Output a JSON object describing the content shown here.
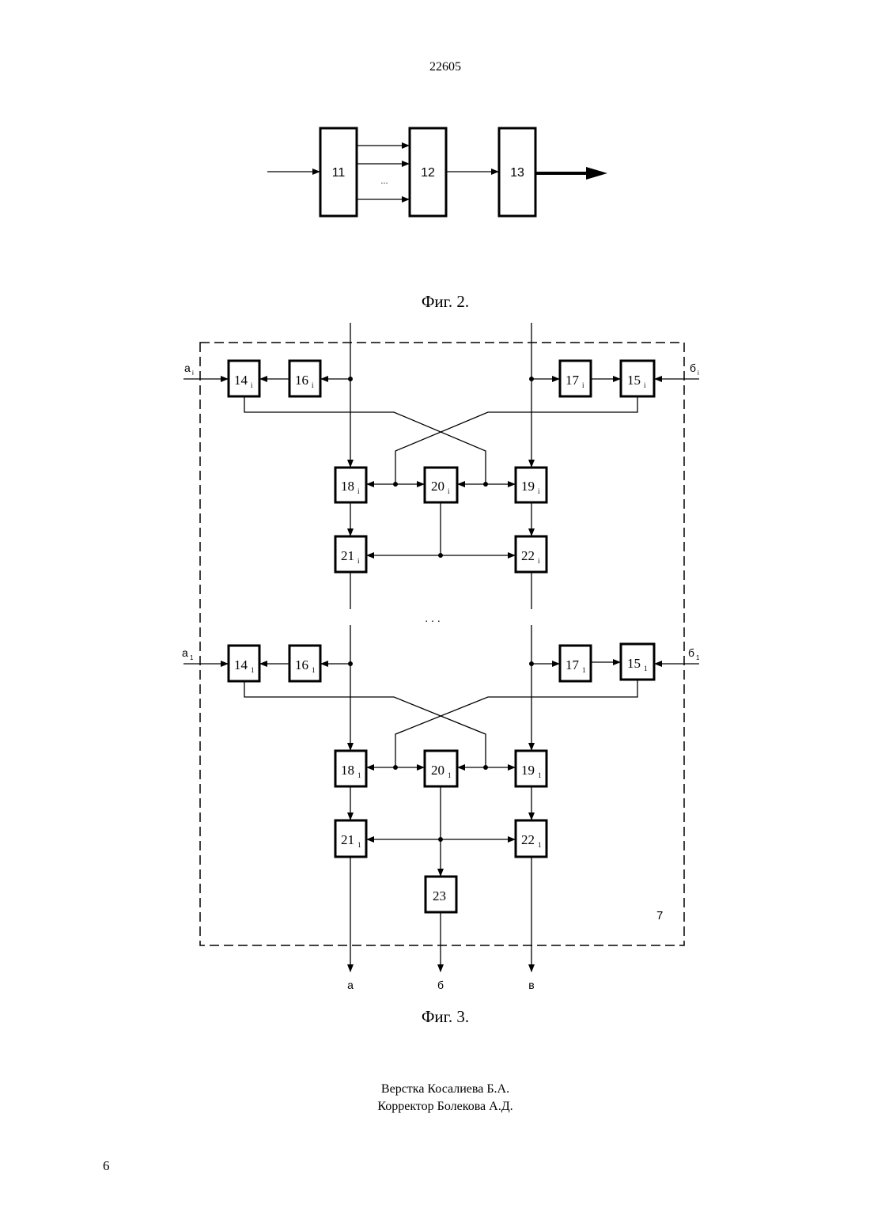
{
  "header": {
    "document_number": "22605"
  },
  "fig2": {
    "caption": "Фиг. 2.",
    "blocks": [
      "11",
      "12",
      "13"
    ],
    "ellipsis": "..."
  },
  "fig3": {
    "caption": "Фиг. 3.",
    "stage_i": {
      "input_left": "a",
      "input_left_sub": "i",
      "input_right": "б",
      "input_right_sub": "i",
      "blocks": [
        {
          "n": "14",
          "s": "i"
        },
        {
          "n": "16",
          "s": "i"
        },
        {
          "n": "17",
          "s": "i"
        },
        {
          "n": "15",
          "s": "i"
        },
        {
          "n": "18",
          "s": "i"
        },
        {
          "n": "20",
          "s": "i"
        },
        {
          "n": "19",
          "s": "i"
        },
        {
          "n": "21",
          "s": "i"
        },
        {
          "n": "22",
          "s": "i"
        }
      ]
    },
    "stage_1": {
      "input_left": "a",
      "input_left_sub": "1",
      "input_right": "б",
      "input_right_sub": "1",
      "blocks": [
        {
          "n": "14",
          "s": "1"
        },
        {
          "n": "16",
          "s": "1"
        },
        {
          "n": "17",
          "s": "1"
        },
        {
          "n": "15",
          "s": "1"
        },
        {
          "n": "18",
          "s": "1"
        },
        {
          "n": "20",
          "s": "1"
        },
        {
          "n": "19",
          "s": "1"
        },
        {
          "n": "21",
          "s": "1"
        },
        {
          "n": "22",
          "s": "1"
        }
      ]
    },
    "block_23": "23",
    "ellipsis": ". . .",
    "unit_label": "7",
    "outputs": [
      "а",
      "б",
      "в"
    ]
  },
  "credits": {
    "layout": "Верстка Косалиева Б.А.",
    "corrector": "Корректор Болекова А.Д."
  },
  "page_number": "6"
}
